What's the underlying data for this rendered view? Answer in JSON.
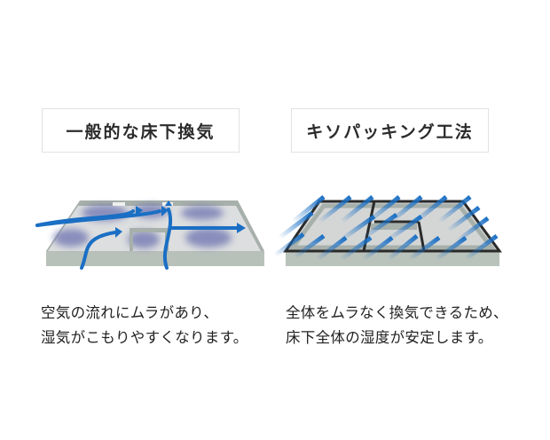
{
  "left_panel": {
    "title": "一般的な床下換気",
    "caption_lines": [
      "空気の流れにムラがあり、",
      "湿気がこもりやすくなります。"
    ],
    "diagram": "uneven-airflow-underfloor"
  },
  "right_panel": {
    "title": "キソパッキング工法",
    "caption_lines": [
      "全体をムラなく換気できるため、",
      "床下全体の湿度が安定します。"
    ],
    "diagram": "uniform-airflow-underfloor"
  },
  "colors": {
    "arrow_blue": "#1a6fc4",
    "humidity_purple": "#6d73b0",
    "wall_gray": "#9aa39c",
    "floor_gray": "#d4d6d6",
    "packing_black": "#2a2a2a"
  }
}
